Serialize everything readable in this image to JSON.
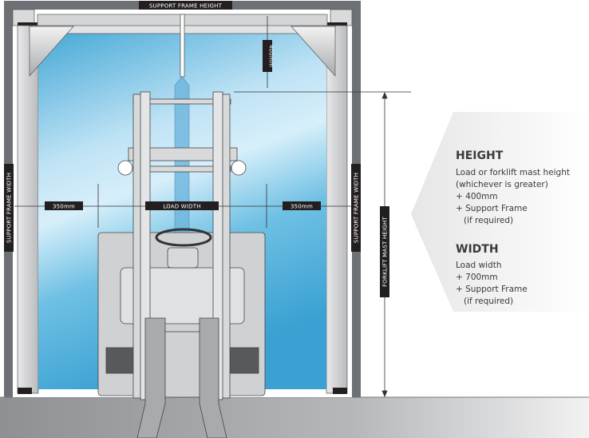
{
  "labels": {
    "support_frame_height": "SUPPORT FRAME HEIGHT",
    "clearance_400": "400mm",
    "left_350": "350mm",
    "load_width": "LOAD WIDTH",
    "right_350": "350mm",
    "support_frame_width_left": "SUPPORT FRAME WIDTH",
    "support_frame_width_right": "SUPPORT FRAME WIDTH",
    "forklift_mast_height": "FORKLIFT MAST HEIGHT"
  },
  "info": {
    "height": {
      "title": "HEIGHT",
      "lines": [
        "Load or forklift mast height",
        "(whichever is greater)",
        "+ 400mm",
        "+ Support Frame",
        "(if required)"
      ]
    },
    "width": {
      "title": "WIDTH",
      "lines": [
        "Load width",
        "+ 700mm",
        "+ Support Frame",
        "(if required)"
      ]
    }
  },
  "colors": {
    "label_bg": "#231f20",
    "frame": "#6d7075",
    "glass_top": "#4fb0d9",
    "glass_mid": "#cfeaf7"
  }
}
